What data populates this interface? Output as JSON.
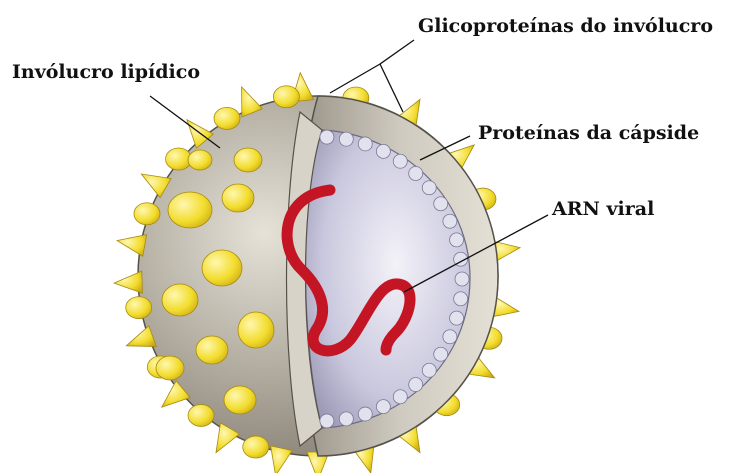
{
  "labels": {
    "envelope_glycoproteins": "Glicoproteínas do invólucro",
    "lipid_envelope": "Invólucro lipídico",
    "capsid_proteins": "Proteínas da cápside",
    "viral_rna": "ARN viral"
  },
  "colors": {
    "envelope": "#aea89c",
    "envelope_shadow": "#7d776c",
    "cut_face": "#cfcac0",
    "capsid_interior": "#c9c7dd",
    "capsid_beads": "#e2e1ee",
    "glycoprotein_spike": "#f2dc2c",
    "rna": "#c41525"
  },
  "icons": [
    "virus-particle-illustration"
  ]
}
